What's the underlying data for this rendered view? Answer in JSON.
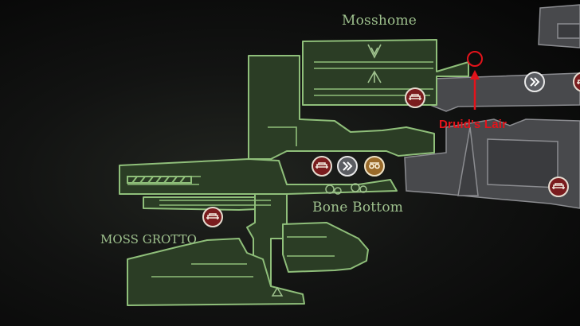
{
  "map": {
    "areas": {
      "mosshome": "Mosshome",
      "bone_bottom": "Bone Bottom",
      "moss_grotto": "MOSS GROTTO"
    },
    "annotation": {
      "label": "Druid's Lair",
      "color": "#e3131b"
    },
    "markers": [
      {
        "type": "bench",
        "icon": "bench-icon"
      },
      {
        "type": "bench",
        "icon": "bench-icon"
      },
      {
        "type": "fast-travel",
        "icon": "fast-travel-icon"
      },
      {
        "type": "shop",
        "icon": "vendor-icon"
      },
      {
        "type": "bench",
        "icon": "bench-icon"
      },
      {
        "type": "fast-travel",
        "icon": "fast-travel-icon"
      },
      {
        "type": "bench",
        "icon": "bench-icon"
      },
      {
        "type": "bench",
        "icon": "bench-icon"
      }
    ],
    "colors": {
      "explored_fill": "#2b3d25",
      "explored_stroke": "#8fbf7a",
      "unexplored_fill": "#4a4b4e",
      "label": "#9fc28e"
    }
  }
}
